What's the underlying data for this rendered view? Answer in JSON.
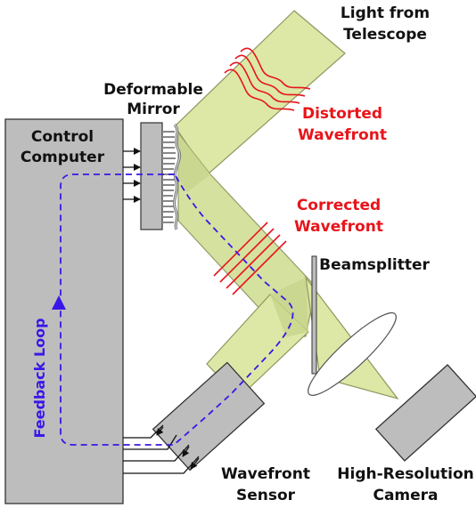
{
  "labels": {
    "light_line1": "Light from",
    "light_line2": "Telescope",
    "deformable_line1": "Deformable",
    "deformable_line2": "Mirror",
    "control_line1": "Control",
    "control_line2": "Computer",
    "distorted_line1": "Distorted",
    "distorted_line2": "Wavefront",
    "corrected_line1": "Corrected",
    "corrected_line2": "Wavefront",
    "beamsplitter": "Beamsplitter",
    "feedback": "Feedback Loop",
    "wavefront_line1": "Wavefront",
    "wavefront_line2": "Sensor",
    "camera_line1": "High-Resolution",
    "camera_line2": "Camera"
  },
  "colors": {
    "beam_fill": "#dde8a6",
    "beam_stroke": "#8f9660",
    "box_fill": "#bdbdbd",
    "box_stroke": "#333333",
    "wavefront_red": "#e8141a",
    "feedback_blue": "#3b16e8",
    "label_black": "#111111"
  }
}
